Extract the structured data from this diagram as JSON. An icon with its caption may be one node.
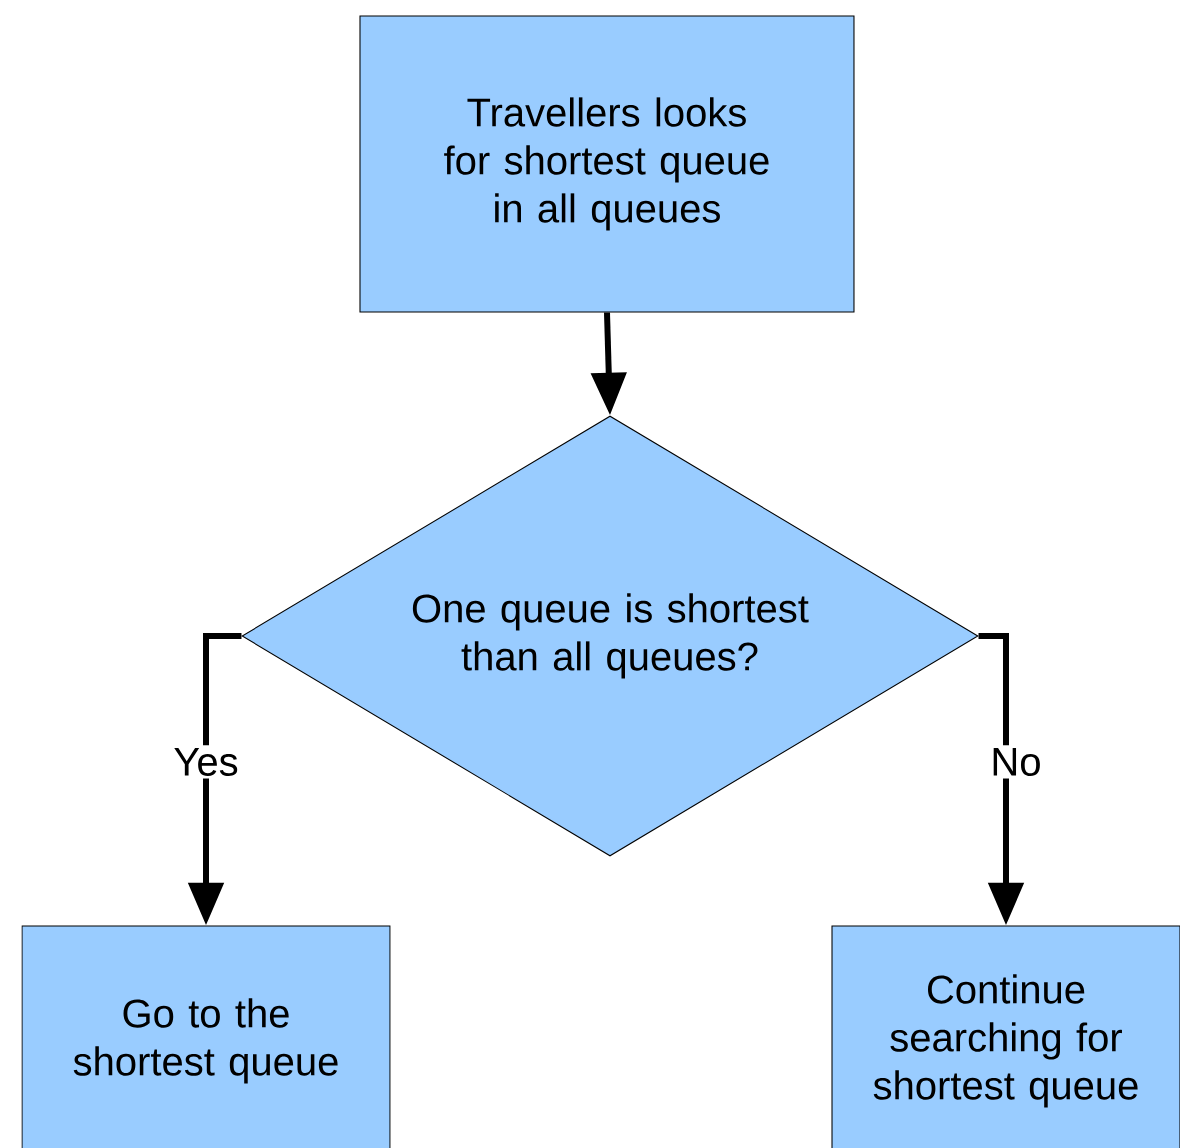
{
  "diagram": {
    "nodes": [
      {
        "text": [
          "Travellers looks for shortest queue in all queues"
        ]
      },
      {
        "text": [
          "One queue  is shortest than all queues?"
        ]
      },
      {
        "text": [
          "Go to the shortest queue"
        ]
      },
      {
        "text": [
          "Continue searching for shortest queue"
        ]
      }
    ],
    "edges": [
      {
        "from": 0,
        "to": 1,
        "arrow": "to"
      },
      {
        "from": 1,
        "to": 2,
        "arrow": "to",
        "label": "Yes"
      },
      {
        "from": 1,
        "to": 3,
        "arrow": "to",
        "label": "No"
      }
    ]
  }
}
